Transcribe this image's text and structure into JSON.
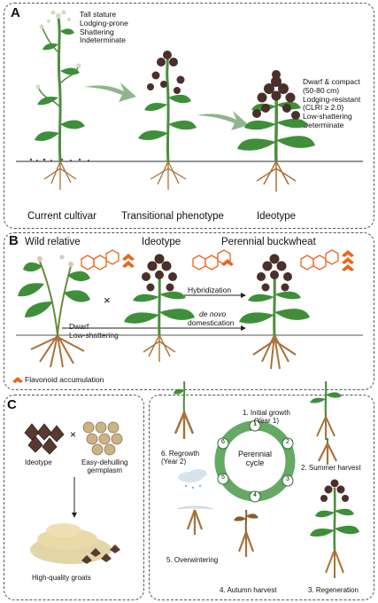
{
  "panelA": {
    "tag": "A",
    "cultivar_traits": "Tall stature\nLodging-prone\nShattering\nIndeterminate",
    "ideotype_traits": "Dwarf & compact\n(50-80 cm)\nLodging-resistant\n(CLRI ≥ 2.0)\nLow-shattering\nDeterminate",
    "caption_current": "Current cultivar",
    "caption_transitional": "Transitional phenotype",
    "caption_ideotype": "Ideotype"
  },
  "panelB": {
    "tag": "B",
    "title_wild": "Wild relative",
    "title_ideotype": "Ideotype",
    "title_perennial": "Perennial buckwheat",
    "cross_symbol": "×",
    "hybridization": "Hybridization",
    "de_novo": "de novo",
    "domestication": "domestication",
    "dwarf": "Dwarf",
    "low_shattering": "Low-shattering",
    "legend_flavonoid": "Flavonoid accumulation"
  },
  "panelC": {
    "tag": "C",
    "ideotype": "Ideotype",
    "cross_symbol": "×",
    "easy_dehulling": "Easy-dehulling\ngermplasm",
    "groats": "High-quality groats"
  },
  "cycle": {
    "title": "Perennial\ncycle",
    "steps": [
      "1",
      "2",
      "3",
      "4",
      "5",
      "6"
    ],
    "s1": "1. Initial growth\n(Year 1)",
    "s2": "2. Summer harvest",
    "s3": "3. Regeneration",
    "s4": "4. Autumn harvest",
    "s5": "5. Overwintering",
    "s6": "6. Regrowth\n(Year 2)"
  },
  "colors": {
    "leaf": "#3f8f3a",
    "leaf_dark": "#2d6e2b",
    "stem": "#4c8e3e",
    "grain": "#4a2f2a",
    "root": "#a8713a",
    "flavonoid": "#e8661c",
    "arrow_green": "#8fb58c",
    "cycle_green": "#4a9a4a"
  }
}
